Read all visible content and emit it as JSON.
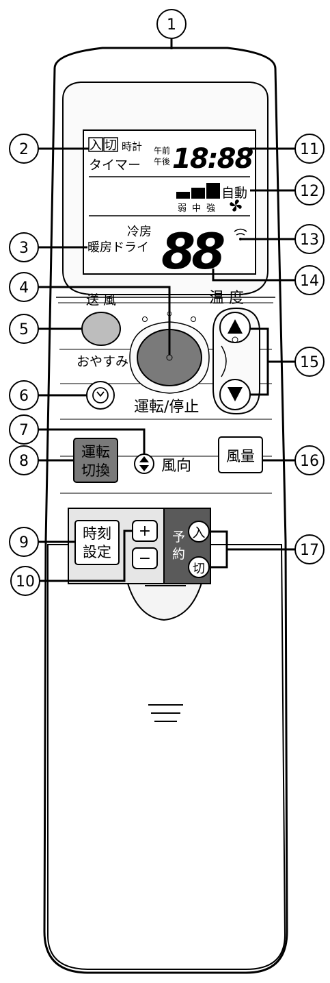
{
  "colors": {
    "body": "#ffffff",
    "outline": "#000000",
    "panel": "#f2f2f2",
    "gray_button": "#bdbdbd",
    "dark_button": "#7a7a7a",
    "timer_dark": "#5a5a5a",
    "timer_light": "#e6e6e6",
    "lid_shade": "#dcdcdc"
  },
  "callouts": [
    "1",
    "2",
    "3",
    "4",
    "5",
    "6",
    "7",
    "8",
    "9",
    "10",
    "11",
    "12",
    "13",
    "14",
    "15",
    "16",
    "17"
  ],
  "display": {
    "timer_on": "入",
    "timer_off": "切",
    "clock": "時計",
    "timer": "タイマー",
    "am": "午前",
    "pm": "午後",
    "time_digits": "18:88",
    "fan_auto": "自動",
    "fan_low": "弱",
    "fan_mid": "中",
    "fan_high": "強",
    "mode_cool": "冷房",
    "mode_heat_dry": "暖房ドライ",
    "temp_digits": "88"
  },
  "buttons": {
    "fan_only": "送 風",
    "sleep": "おやすみ",
    "run_stop": "運転/停止",
    "temperature": "温 度",
    "mode_switch_line1": "運転",
    "mode_switch_line2": "切換",
    "air_direction": "風向",
    "fan_volume": "風量",
    "clock_set_line1": "時刻",
    "clock_set_line2": "設定",
    "plus": "+",
    "minus": "−",
    "reserve_line1": "予",
    "reserve_line2": "約",
    "reserve_on": "入",
    "reserve_off": "切"
  },
  "icons": {
    "fan": "fan-icon",
    "signal": "signal-icon",
    "up": "triangle-up-icon",
    "down": "triangle-down-icon",
    "sleep": "sleep-clock-icon",
    "direction": "direction-arrows-icon"
  }
}
